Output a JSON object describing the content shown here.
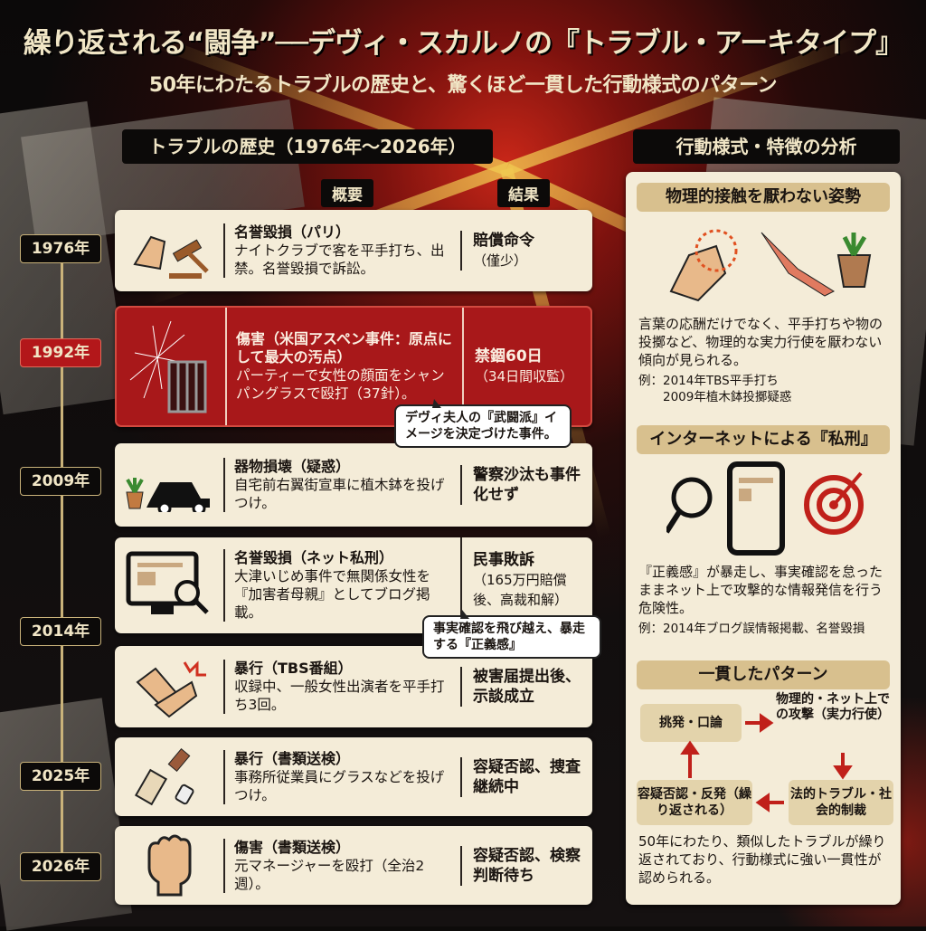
{
  "title": "繰り返される“闘争”──デヴィ・スカルノの『トラブル・アーキタイプ』",
  "subtitle": "50年にわたるトラブルの歴史と、驚くほど一貫した行動様式のパターン",
  "history": {
    "header": "トラブルの歴史（1976年〜2026年）",
    "col_summary": "概要",
    "col_result": "結果",
    "events": [
      {
        "year": "1976年",
        "title": "名誉毀損（パリ）",
        "desc": "ナイトクラブで客を平手打ち、出禁。名誉毀損で訴訟。",
        "result": "賠償命令",
        "result_note": "（僅少）"
      },
      {
        "year": "1992年",
        "title": "傷害（米国アスペン事件：原点にして最大の汚点）",
        "desc": "パーティーで女性の顔面をシャンパングラスで殴打（37針）。",
        "result": "禁錮60日",
        "result_note": "（34日間収監）"
      },
      {
        "year": "2009年",
        "title": "器物損壊（疑惑）",
        "desc": "自宅前右翼街宣車に植木鉢を投げつけ。",
        "result": "警察沙汰も事件化せず",
        "result_note": ""
      },
      {
        "year": "2014年",
        "title": "名誉毀損（ネット私刑）",
        "desc": "大津いじめ事件で無関係女性を『加害者母親』としてブログ掲載。",
        "result": "民事敗訴",
        "result_note": "（165万円賠償後、高裁和解）"
      },
      {
        "year": "",
        "title": "暴行（TBS番組）",
        "desc": "収録中、一般女性出演者を平手打ち3回。",
        "result": "被害届提出後、示談成立",
        "result_note": ""
      },
      {
        "year": "2025年",
        "title": "暴行（書類送検）",
        "desc": "事務所従業員にグラスなどを投げつけ。",
        "result": "容疑否認、捜査継続中",
        "result_note": ""
      },
      {
        "year": "2026年",
        "title": "傷害（書類送検）",
        "desc": "元マネージャーを殴打（全治2週）。",
        "result": "容疑否認、検察判断待ち",
        "result_note": ""
      }
    ],
    "callout_1992": "デヴィ夫人の『武闘派』イメージを決定づけた事件。",
    "callout_2014": "事実確認を飛び越え、暴走する『正義感』"
  },
  "analysis": {
    "header": "行動様式・特徴の分析",
    "physical": {
      "title": "物理的接触を厭わない姿勢",
      "text": "言葉の応酬だけでなく、平手打ちや物の投擲など、物理的な実力行使を厭わない傾向が見られる。",
      "example_1": "例：2014年TBS平手打ち",
      "example_2": "2009年植木鉢投擲疑惑"
    },
    "internet": {
      "title": "インターネットによる『私刑』",
      "text": "『正義感』が暴走し、事実確認を怠ったままネット上で攻撃的な情報発信を行う危険性。",
      "example": "例：2014年ブログ誤情報掲載、名誉毀損"
    },
    "pattern": {
      "title": "一貫したパターン",
      "step1": "挑発・口論",
      "step2": "物理的・ネット上での攻撃（実力行使）",
      "step3": "法的トラブル・社会的制裁",
      "step4": "容疑否認・反発（繰り返される）",
      "conclusion": "50年にわたり、類似したトラブルが繰り返されており、行動様式に強い一貫性が認められる。"
    }
  },
  "colors": {
    "accent_red": "#b3171a",
    "cream": "#f4ecd8",
    "tan": "#d8c08e"
  }
}
